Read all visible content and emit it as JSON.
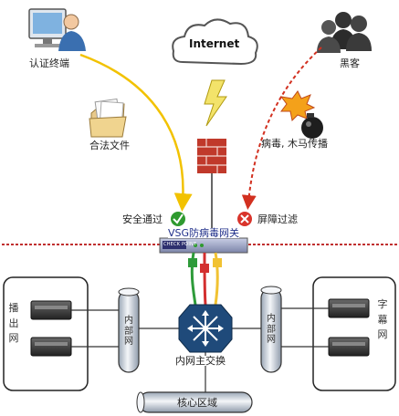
{
  "labels": {
    "auth_terminal": "认证终端",
    "hacker": "黑客",
    "internet": "Internet",
    "legal_file": "合法文件",
    "virus_trojan": "病毒, 木马传播",
    "safe_pass": "安全通过",
    "block_filter": "屏障过滤",
    "gateway": "VSG防病毒网关",
    "device_badge": "CHECK POINT",
    "inner_net_left": [
      "内",
      "部",
      "网"
    ],
    "inner_net_right": [
      "内",
      "部",
      "网"
    ],
    "broadcast_net": [
      "播",
      "出",
      "网"
    ],
    "media_net": [
      "字",
      "幕",
      "网"
    ],
    "core_switch": "内网主交换",
    "core_zone": "核心区域"
  },
  "colors": {
    "allowed_path": "#f2c200",
    "blocked_path": "#d23020",
    "divider": "#c03030",
    "check": "#2f9a2f",
    "cross": "#d9342b",
    "firewall": "#c0392b",
    "switch": "#1f4a7a",
    "cable_red": "#d32f2f",
    "cable_yellow": "#f1c232",
    "cable_green": "#2e9b3a"
  },
  "icons": [
    "computer-user-icon",
    "hacker-group-icon",
    "cloud-icon",
    "lightning-icon",
    "folder-icon",
    "bomb-icon",
    "firewall-icon",
    "check-icon",
    "cross-icon",
    "gateway-device-icon",
    "switch-icon",
    "server-icon"
  ]
}
